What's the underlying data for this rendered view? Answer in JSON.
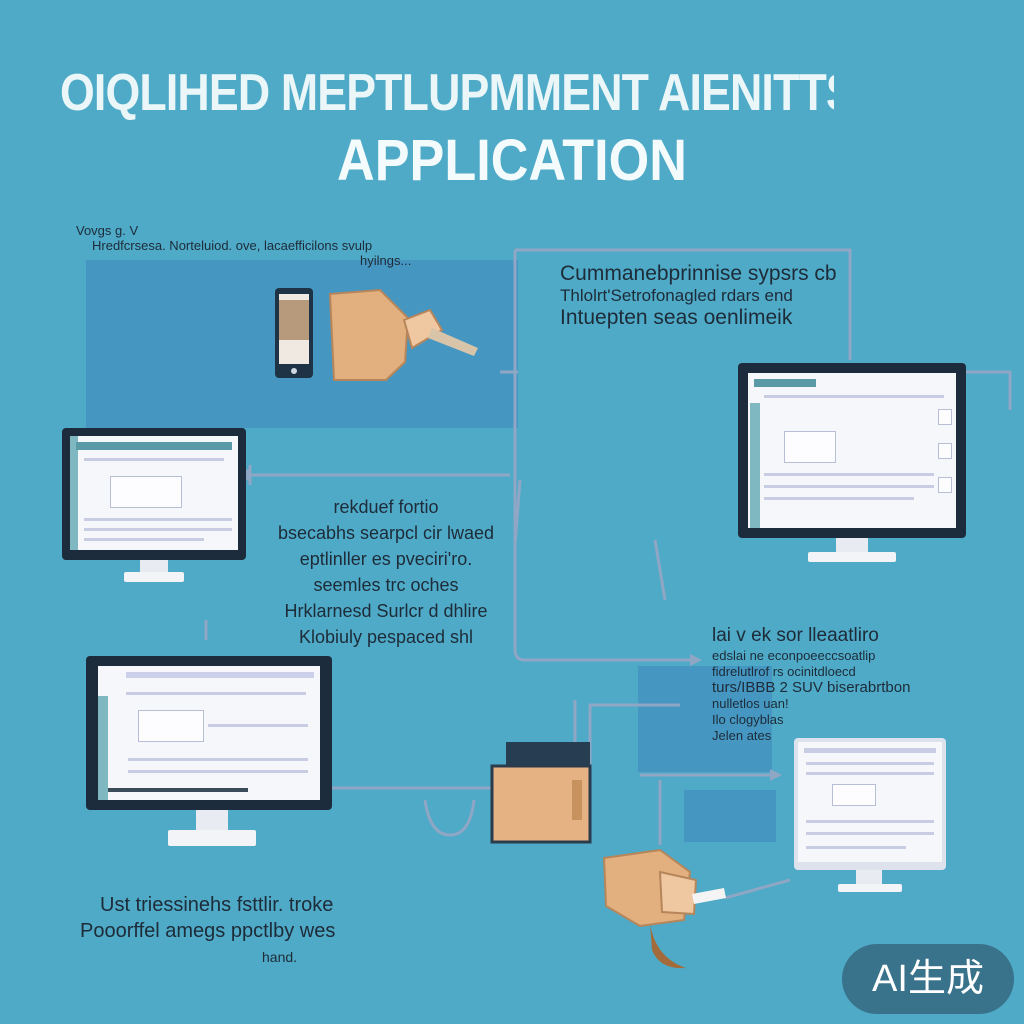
{
  "header": {
    "title_line1": "OIQLIHED MEPTLUPMMENT AIENITTS",
    "title_line2": "APPLICATION"
  },
  "blocks": {
    "top_left": [
      "Vovgs g. V",
      "Hredfcrsesa. Norteluiod. ove, lacaefficilons svulp",
      "hyilngs..."
    ],
    "top_right": [
      "Cummanebprinnise sypsrs cb",
      "Thlolrt'Setrofonagled rdars end",
      "Intuepten seas oenlimeik"
    ],
    "middle_left": [
      "rekduef fortio",
      "bsecabhs searpcl cir lwaed",
      "eptlinller es pveciri'ro.",
      "seemles trc oches",
      "Hrklarnesd Surlcr d dhlire",
      "Klobiuly pespaced shl"
    ],
    "middle_right": [
      "lai v ek sor lleaatliro",
      "edslai ne econpoeeccsoatlip",
      "fidrelutlrof rs ocinitdloecd",
      "turs/IBBB 2 SUV biserabrtbon",
      "nulletlos uan!",
      "Ilo clogyblas",
      "Jelen ates"
    ],
    "bottom_left": [
      "Ust triessinehs fsttlir. troke",
      "Pooorffel amegs ppctlby wes",
      "hand."
    ]
  },
  "watermark": {
    "text": "AI生成"
  },
  "colors": {
    "background": "#4eaac7",
    "panel": "#4597c2",
    "connector": "#8fa6c4",
    "bezel": "#1c2c3c",
    "skin": "#e2b07e"
  },
  "icons": [
    "smartphone-icon",
    "hand-icon",
    "laptop-box-icon",
    "hand-stylus-icon",
    "desktop-monitor-icon"
  ]
}
